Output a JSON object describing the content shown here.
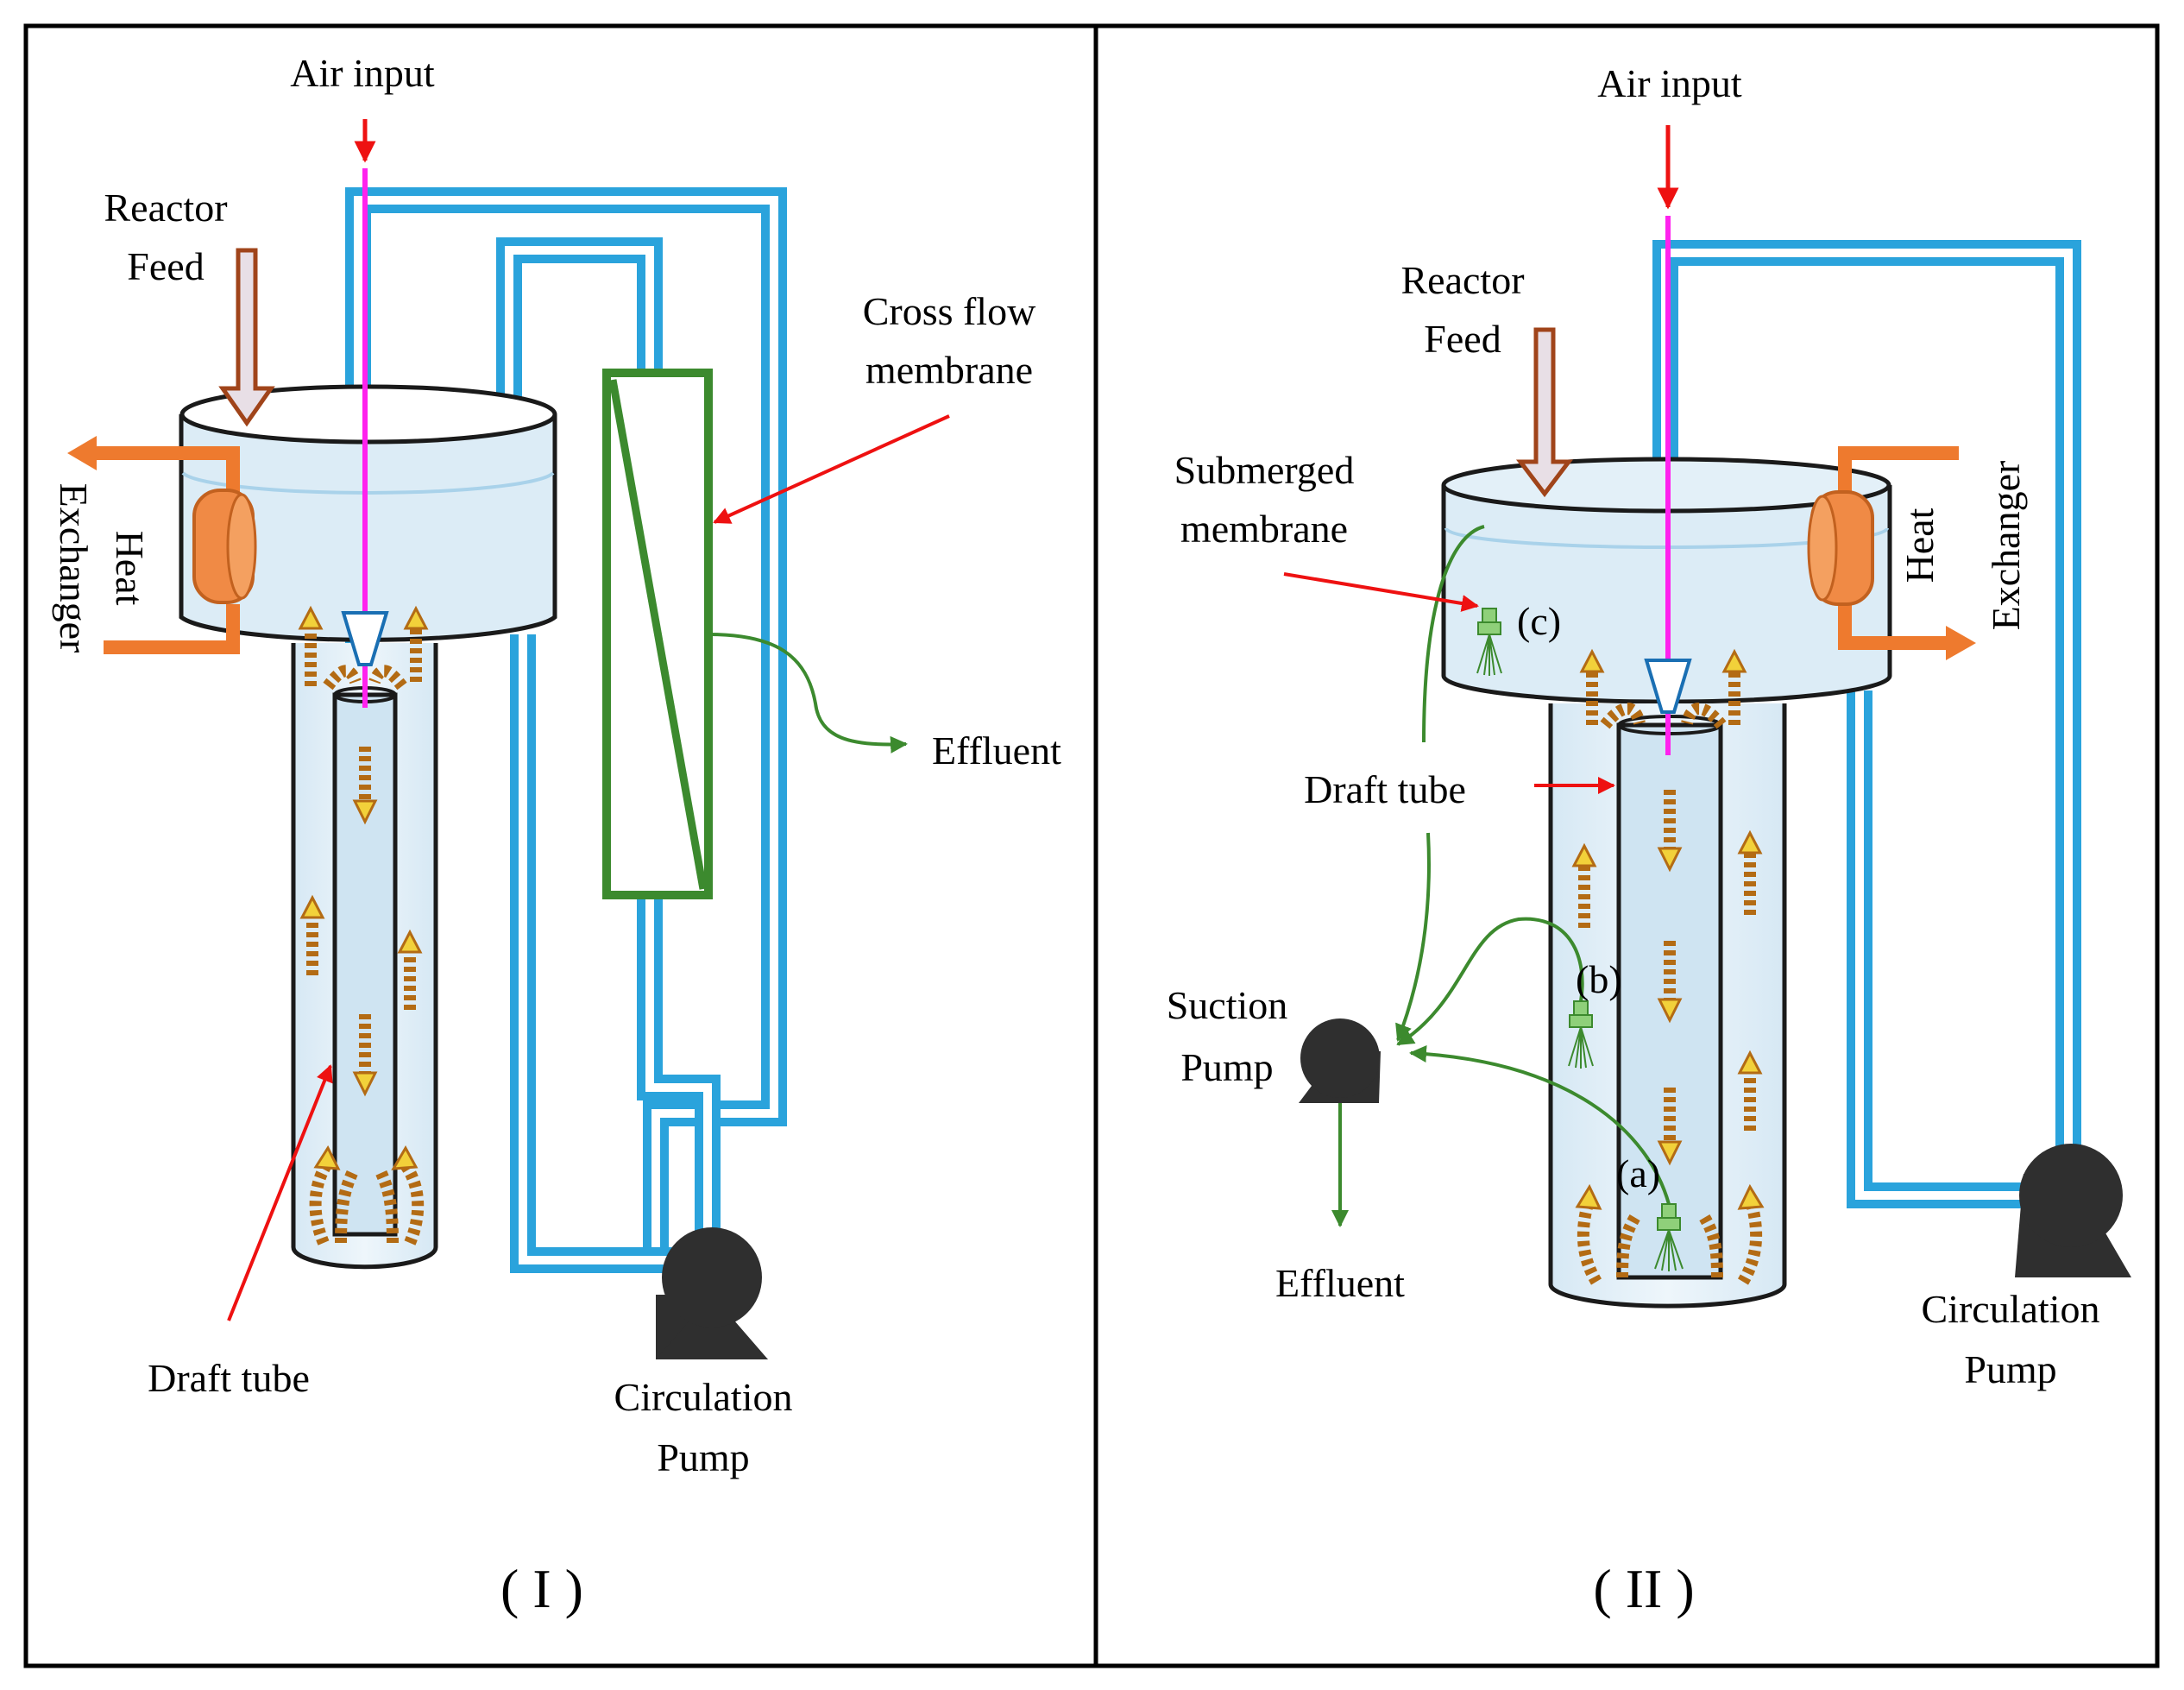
{
  "panel_I": {
    "air_input": "Air input",
    "reactor_feed_line1": "Reactor",
    "reactor_feed_line2": "Feed",
    "heat_exchanger_line1": "Heat",
    "heat_exchanger_line2": "Exchanger",
    "cross_flow_line1": "Cross flow",
    "cross_flow_line2": "membrane",
    "effluent": "Effluent",
    "draft_tube": "Draft tube",
    "circulation_pump_line1": "Circulation",
    "circulation_pump_line2": "Pump",
    "panel_label": "( I )"
  },
  "panel_II": {
    "air_input": "Air input",
    "reactor_feed_line1": "Reactor",
    "reactor_feed_line2": "Feed",
    "submerged_line1": "Submerged",
    "submerged_line2": "membrane",
    "heat_exchanger_line1": "Heat",
    "heat_exchanger_line2": "Exchanger",
    "marker_c": "(c)",
    "marker_b": "(b)",
    "marker_a": "(a)",
    "draft_tube": "Draft tube",
    "suction_pump_line1": "Suction",
    "suction_pump_line2": "Pump",
    "effluent": "Effluent",
    "circulation_pump_line1": "Circulation",
    "circulation_pump_line2": "Pump",
    "panel_label": "( II )"
  },
  "colors": {
    "pipe_blue": "#2aa3dc",
    "air_line": "#ff22ee",
    "pointer_red": "#ee1111",
    "heat_orange": "#ee7a2e",
    "membrane_green": "#3c8a2e",
    "feed_brown": "#a0441a",
    "water": "#dcecf6",
    "pump_dark": "#2f2f2f"
  }
}
